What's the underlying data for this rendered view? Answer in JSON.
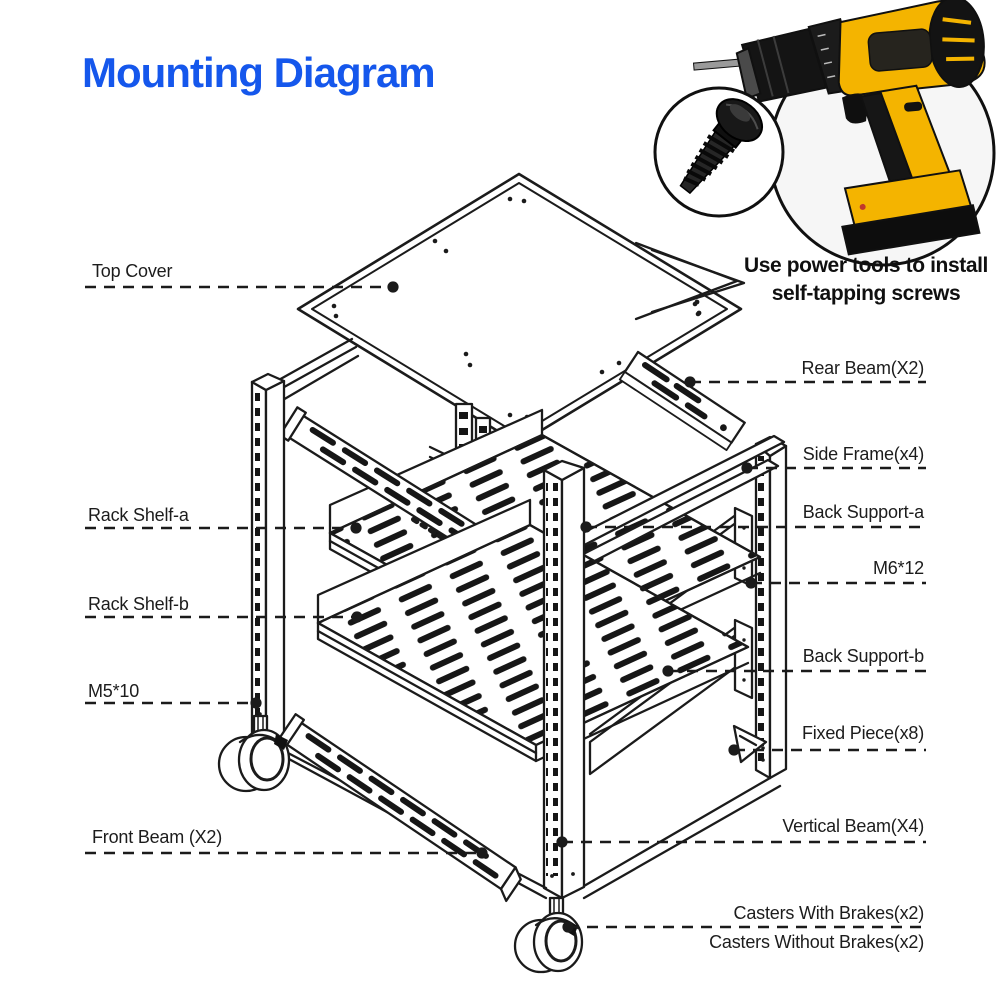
{
  "title": "Mounting Diagram",
  "colors": {
    "accent": "#1557EC",
    "line": "#1B1B1B",
    "drill_yellow": "#F4B400"
  },
  "inset": {
    "caption_line1": "Use power tools to install",
    "caption_line2": "self-tapping screws",
    "drill_icon": "power-drill-icon",
    "screw_icon": "self-tapping-screw-icon"
  },
  "labels": {
    "left": [
      {
        "id": "top-cover",
        "text": "Top Cover"
      },
      {
        "id": "rack-shelf-a",
        "text": "Rack Shelf-a"
      },
      {
        "id": "rack-shelf-b",
        "text": "Rack Shelf-b"
      },
      {
        "id": "m5-10",
        "text": "M5*10"
      },
      {
        "id": "front-beam",
        "text": "Front Beam (X2)"
      }
    ],
    "right": [
      {
        "id": "rear-beam",
        "text": "Rear Beam(X2)"
      },
      {
        "id": "side-frame",
        "text": "Side Frame(x4)"
      },
      {
        "id": "back-support-a",
        "text": "Back Support-a"
      },
      {
        "id": "m6-12",
        "text": "M6*12"
      },
      {
        "id": "back-support-b",
        "text": "Back Support-b"
      },
      {
        "id": "fixed-piece",
        "text": "Fixed Piece(x8)"
      },
      {
        "id": "vertical-beam",
        "text": "Vertical Beam(X4)"
      },
      {
        "id": "casters-with-brakes",
        "text": "Casters With Brakes(x2)"
      },
      {
        "id": "casters-without-brakes",
        "text": "Casters Without Brakes(x2)"
      }
    ]
  }
}
